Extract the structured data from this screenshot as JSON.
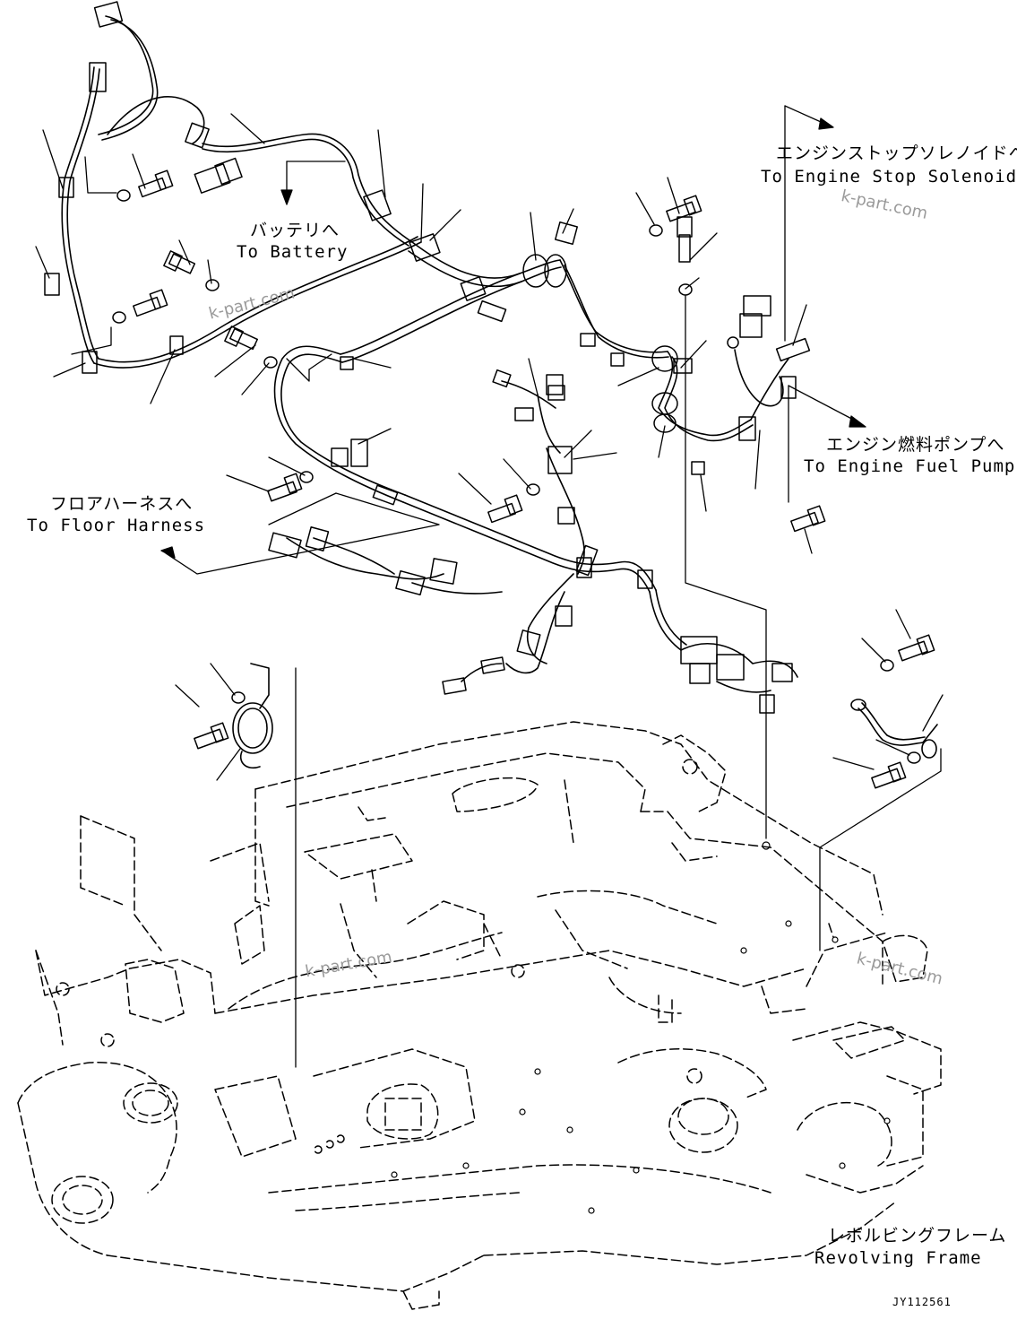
{
  "labels": {
    "battery_jp": "バッテリへ",
    "battery_en": "To Battery",
    "stop_solenoid_jp": "エンジンストップソレノイドへ",
    "stop_solenoid_en": "To Engine Stop Solenoid",
    "fuel_pump_jp": "エンジン燃料ポンプへ",
    "fuel_pump_en": "To Engine Fuel Pump",
    "floor_harness_jp": "フロアハーネスへ",
    "floor_harness_en": "To Floor Harness",
    "revolving_frame_jp": "レボルビングフレーム",
    "revolving_frame_en": "Revolving Frame"
  },
  "watermark": "k-part.com",
  "drawing_code": "JY112561",
  "colors": {
    "ink": "#000000",
    "watermark": "#9a9a9a",
    "background": "#ffffff"
  }
}
